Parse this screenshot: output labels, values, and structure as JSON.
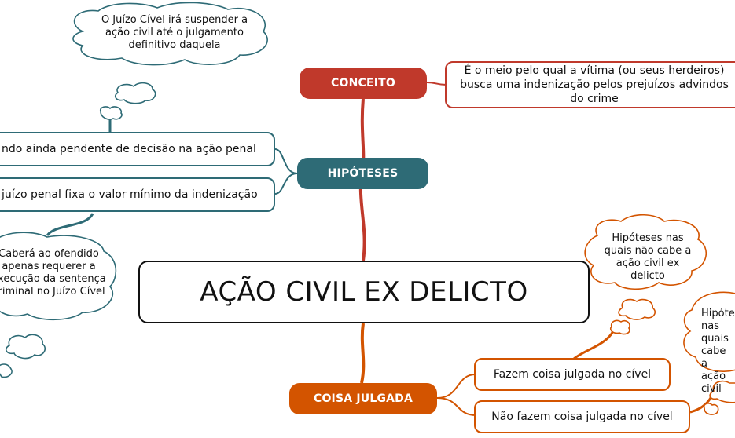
{
  "central": {
    "title": "AÇÃO CIVIL EX DELICTO"
  },
  "branches": {
    "conceito": {
      "label": "CONCEITO",
      "text": "É o meio pelo qual a vítima (ou seus herdeiros) busca uma indenização pelos prejuízos advindos do crime"
    },
    "hipoteses": {
      "label": "HIPÓTESES",
      "items": [
        "ndo ainda pendente de decisão na ação penal",
        "juízo penal fixa o valor mínimo da indenização"
      ]
    },
    "coisa_julgada": {
      "label": "COISA JULGADA",
      "items": [
        "Fazem coisa julgada no cível",
        "Não fazem coisa julgada no cível"
      ]
    }
  },
  "clouds": {
    "juizo_civel": "O Juízo Cível irá suspender a ação civil até o julgamento definitivo daquela",
    "caberá": "Caberá ao ofendido apenas requerer a execução da sentença criminal no Juízo Cível",
    "nao_cabe": "Hipóteses nas quais não cabe a ação civil ex delicto",
    "cabe": "Hipóteses nas quais cabe a ação civil"
  },
  "colors": {
    "conceito": "#c0392b",
    "hipoteses": "#2e6b76",
    "coisa_julgada": "#d35400",
    "text": "#111111"
  }
}
